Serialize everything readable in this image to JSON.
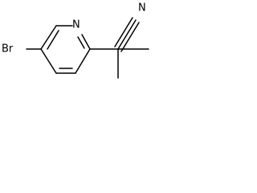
{
  "molecule": {
    "atoms": {
      "bromine": "Br",
      "ring_nitrogen": "N",
      "nitrile_nitrogen": "N"
    }
  }
}
